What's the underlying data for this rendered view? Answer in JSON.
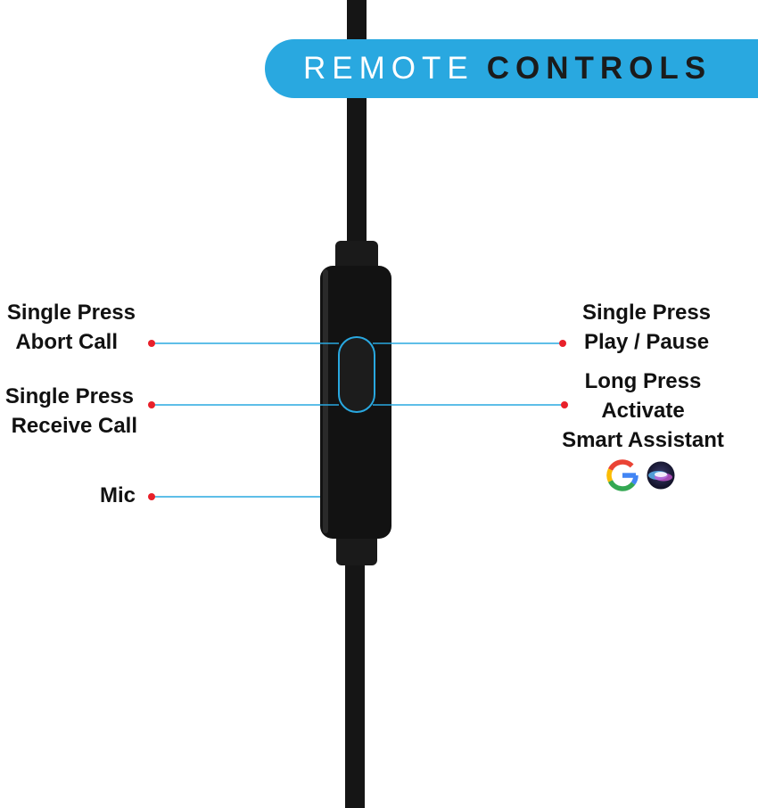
{
  "banner": {
    "light": "REMOTE",
    "bold": "CONTROLS"
  },
  "callouts": {
    "abort": {
      "line1": "Single Press",
      "line2": "Abort Call"
    },
    "receive": {
      "line1": "Single Press",
      "line2": "Receive Call"
    },
    "mic": {
      "line1": "Mic"
    },
    "play": {
      "line1": "Single Press",
      "line2": "Play / Pause"
    },
    "assistant": {
      "line1": "Long Press",
      "line2": "Activate",
      "line3": "Smart Assistant"
    }
  },
  "icons": [
    "google-icon",
    "siri-icon"
  ],
  "colors": {
    "accent": "#29a8e0",
    "dot": "#e8202a",
    "line": "#29a8e0",
    "device": "#111111"
  }
}
